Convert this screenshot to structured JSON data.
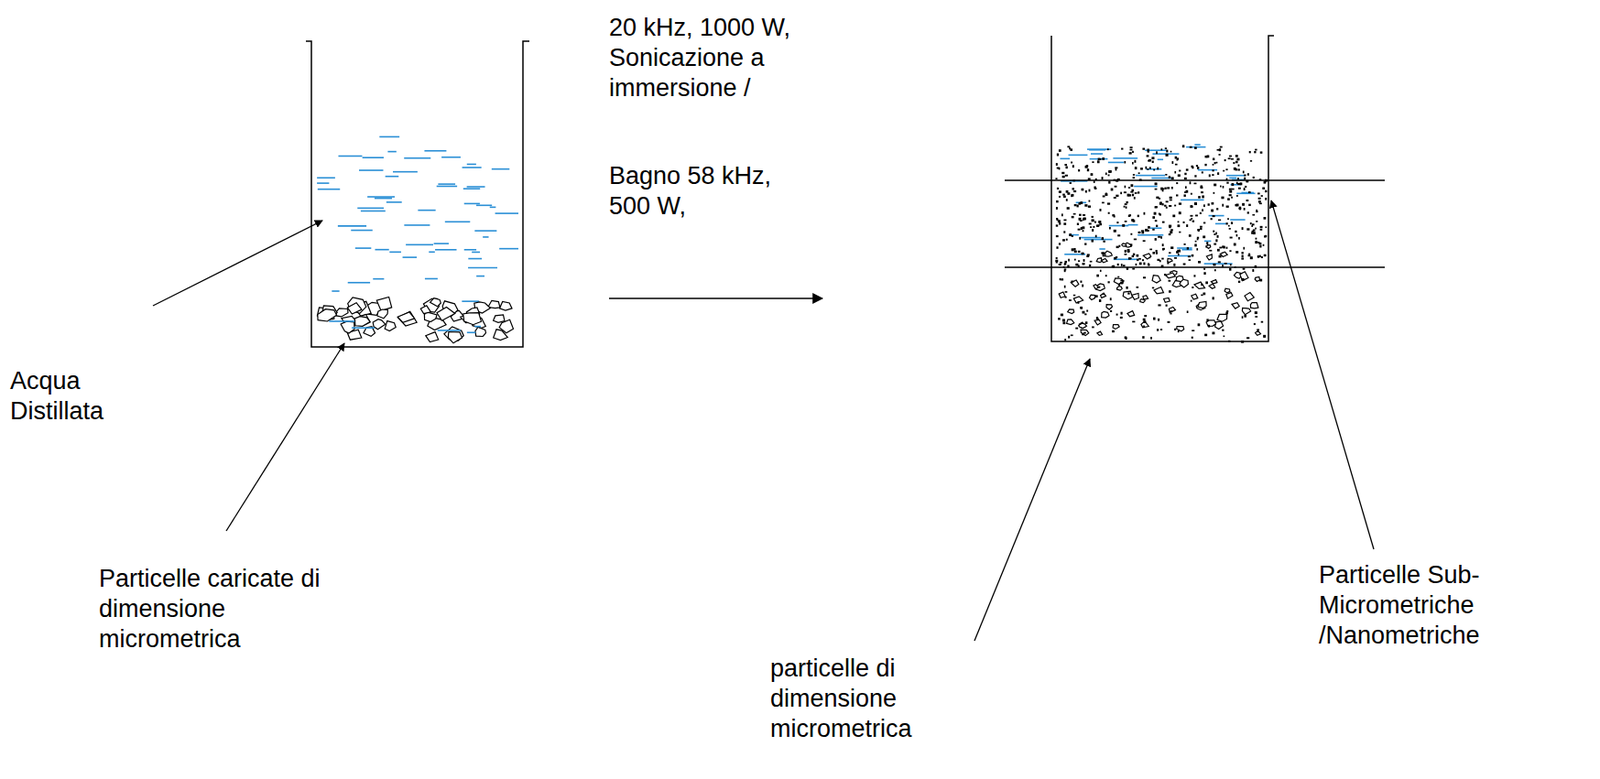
{
  "diagram": {
    "labels": [
      "20 kHz, 1000 W, Sonicazione a immersione /",
      "Bagno 58 kHz, 500 W,",
      "Acqua Distillata",
      "Particelle caricate di dimensione micrometrica",
      "particelle di dimensione micrometrica",
      "Particelle Sub- Micrometriche /Nanometriche"
    ]
  }
}
